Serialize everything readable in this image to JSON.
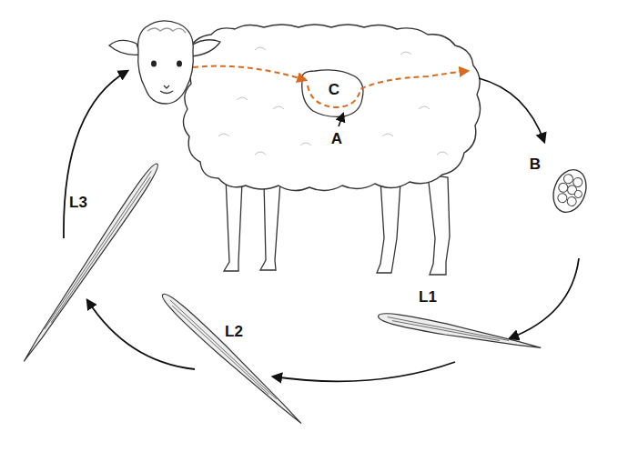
{
  "diagram": {
    "labels": [
      "C",
      "L3",
      "A",
      "B",
      "L1",
      "L2"
    ]
  }
}
